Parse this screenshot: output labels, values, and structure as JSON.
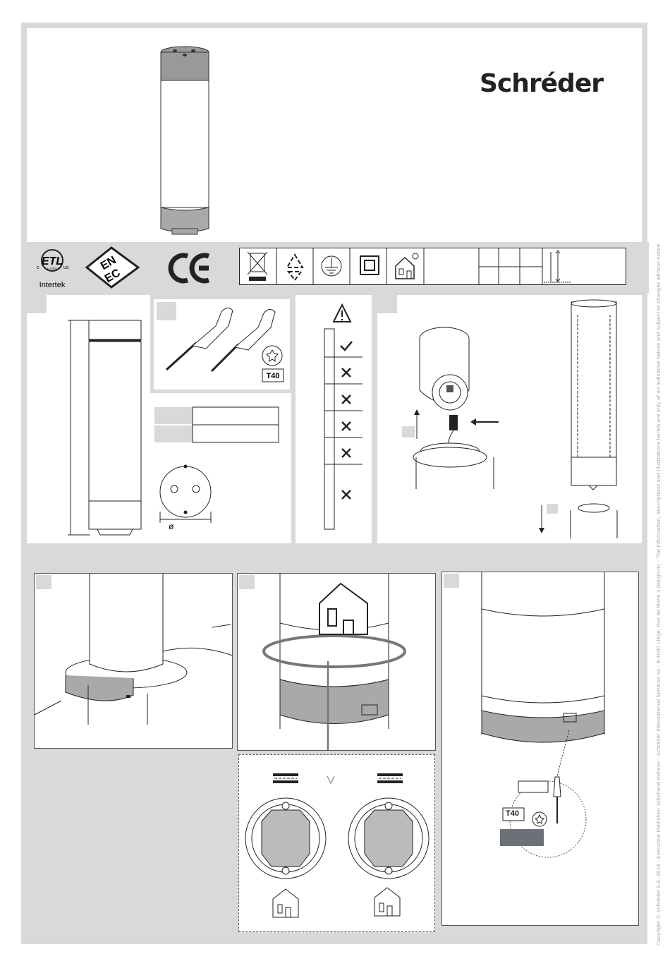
{
  "brand": "Schréder",
  "certifications": {
    "intertek_label": "Intertek",
    "etl_c": "c",
    "etl_us": "us",
    "etl_listed": "LISTED"
  },
  "tools": {
    "torx_label": "T40"
  },
  "mounting": {
    "diameter_symbol": "ø"
  },
  "installation": {
    "torx_label": "T40"
  },
  "copyright": "Copyright © Schréder S.A. 2018 - Executive Publisher: Stéphane Halleux - Schréder International Services sa - B-4000 Liège, Rue de Mons 3 (Belgium) - The information, descriptions and illustrations herein are only of an indicative nature and subject to changes without notice.",
  "colors": {
    "frame": "#d9d9d9",
    "band": "#a9a9a9",
    "dark_label": "#6c7077"
  }
}
